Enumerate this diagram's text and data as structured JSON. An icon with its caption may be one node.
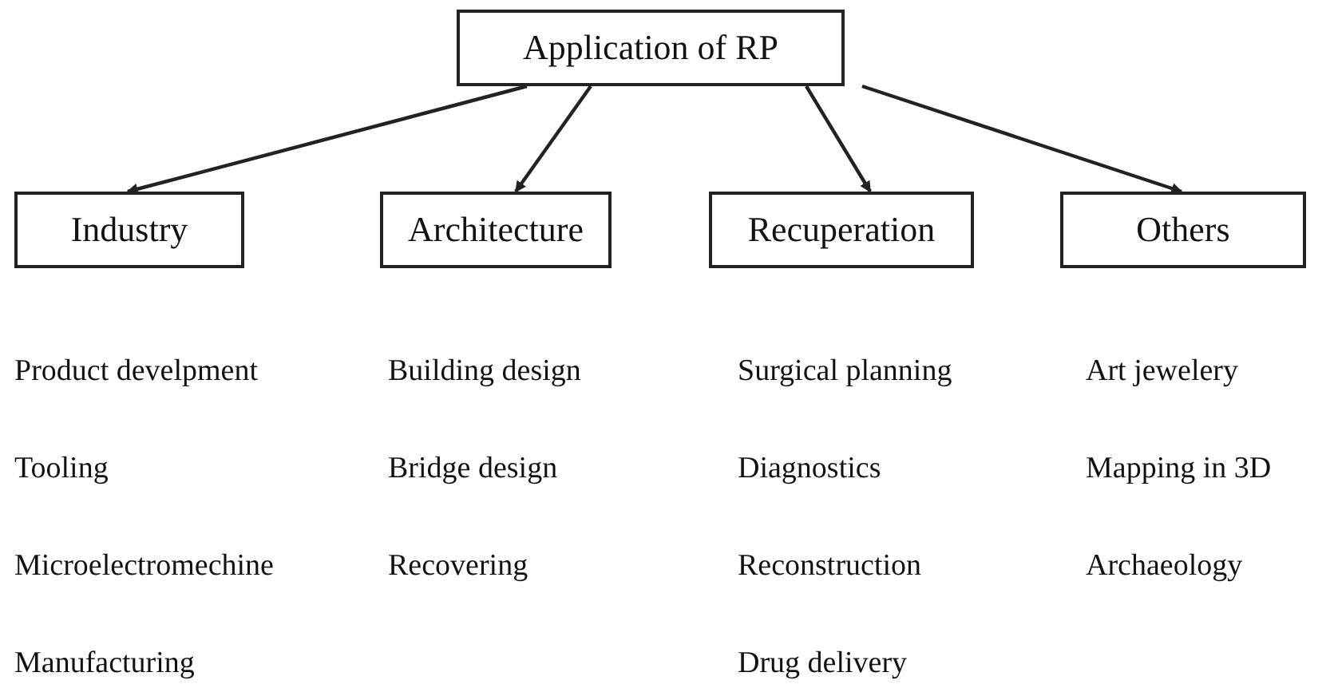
{
  "diagram": {
    "nodes": [
      {
        "text": [
          "Application of RP"
        ]
      },
      {
        "text": [
          "Industry"
        ]
      },
      {
        "text": [
          "Architecture"
        ]
      },
      {
        "text": [
          "Recuperation"
        ]
      },
      {
        "text": [
          "Others"
        ]
      }
    ],
    "edges": [
      {
        "from": 0,
        "to": 1,
        "arrow": "to"
      },
      {
        "from": 0,
        "to": 2,
        "arrow": "to"
      },
      {
        "from": 0,
        "to": 3,
        "arrow": "to"
      },
      {
        "from": 0,
        "to": 4,
        "arrow": "to"
      }
    ],
    "labels": [
      "Product develpment",
      "Building design",
      "Surgical planning",
      "Art jewelery",
      "Tooling",
      "Bridge design",
      "Diagnostics",
      "Mapping in 3D",
      "Microelectromechine",
      "Recovering",
      "Reconstruction",
      "Archaeology",
      "Manufacturing",
      "Drug delivery"
    ]
  }
}
